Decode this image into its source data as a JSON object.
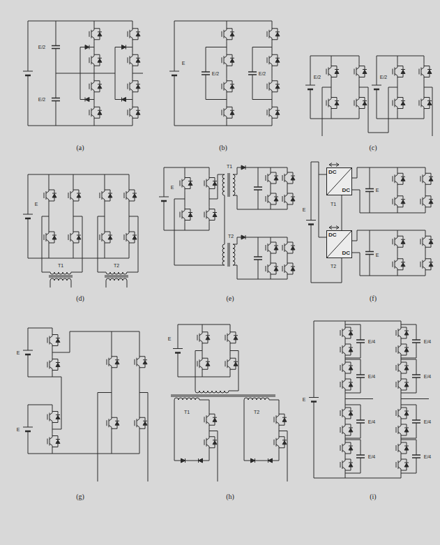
{
  "diagram": {
    "nodes": [
      {
        "text": [
          "DC",
          "DC"
        ]
      },
      {
        "text": [
          "DC",
          "DC"
        ]
      }
    ],
    "labels": [
      "(a)",
      "(b)",
      "(c)",
      "(d)",
      "(e)",
      "(f)",
      "(g)",
      "(h)",
      "(i)",
      "E/2",
      "E/2",
      "E",
      "E/2",
      "E/2",
      "E/2",
      "E/2",
      "E",
      "T1",
      "T2",
      "E",
      "T1",
      "T2",
      "E",
      "E",
      "E",
      "T1",
      "T2",
      "E",
      "E",
      "E",
      "T1",
      "T2",
      "E",
      "E/4",
      "E/4",
      "E/4",
      "E/4",
      "E/4",
      "E/4",
      "E/4",
      "E/4"
    ]
  }
}
